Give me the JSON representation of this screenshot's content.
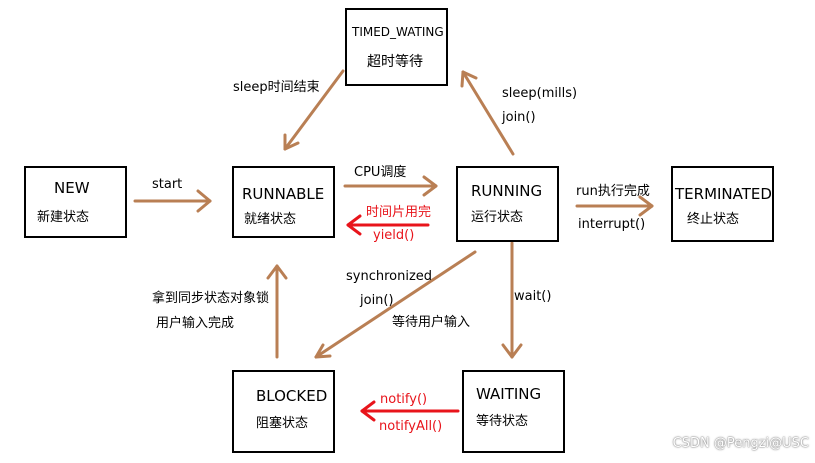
{
  "states": {
    "new": {
      "en": "NEW",
      "zh": "新建状态"
    },
    "runnable": {
      "en": "RUNNABLE",
      "zh": "就绪状态"
    },
    "running": {
      "en": "RUNNING",
      "zh": "运行状态"
    },
    "terminated": {
      "en": "TERMINATED",
      "zh": "终止状态"
    },
    "timed_waiting": {
      "en": "TIMED_WATING",
      "zh": "超时等待"
    },
    "blocked": {
      "en": "BLOCKED",
      "zh": "阻塞状态"
    },
    "waiting": {
      "en": "WAITING",
      "zh": "等待状态"
    }
  },
  "transitions": {
    "start": "start",
    "cpu": "CPU调度",
    "timeslice": "时间片用完",
    "yield": "yield()",
    "run_done": "run执行完成",
    "interrupt": "interrupt()",
    "sleep_mills": "sleep(mills)",
    "join_timed": "join()",
    "sleep_end": "sleep时间结束",
    "synchronized": "synchronized",
    "join_blocked": "join()",
    "wait_input": "等待用户输入",
    "wait": "wait()",
    "get_lock": "拿到同步状态对象锁",
    "input_done": "用户输入完成",
    "notify": "notify()",
    "notify_all": "notifyAll()"
  },
  "colors": {
    "brown_arrow": "#b97f54",
    "red_arrow": "#e8141b",
    "box_border": "#000000"
  },
  "watermark": "CSDN @Pengzi@USC"
}
